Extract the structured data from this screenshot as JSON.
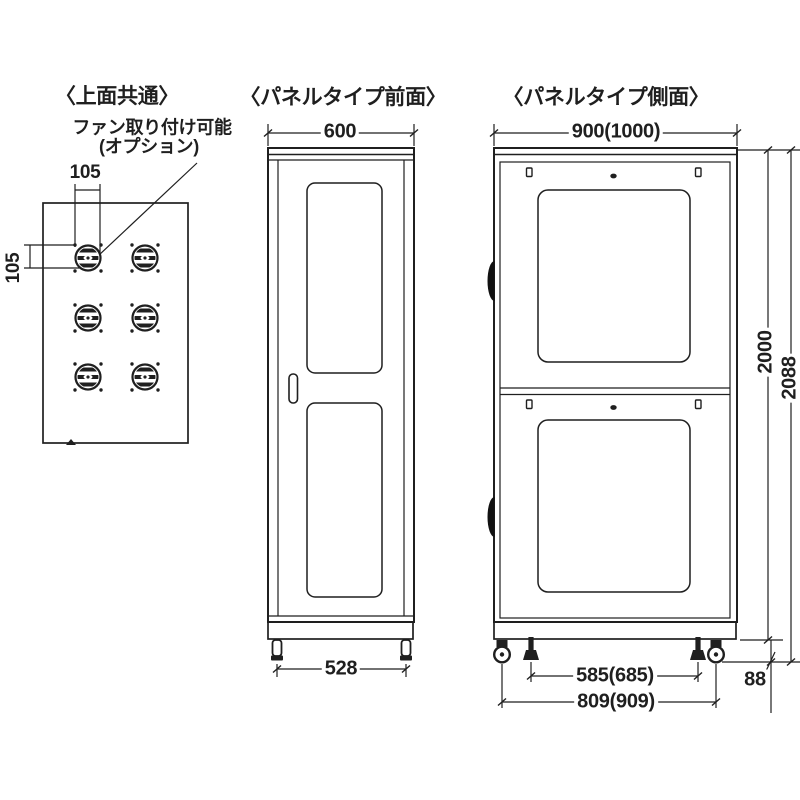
{
  "page": {
    "background": "#ffffff",
    "ink": "#1f1f1f"
  },
  "views": {
    "top": {
      "title": "〈上面共通〉",
      "fan_note_line1": "ファン取り付け可能",
      "fan_note_line2": "(オプション)",
      "fan_cutout_width_mm": "105",
      "fan_cutout_height_mm": "105"
    },
    "front": {
      "title": "〈パネルタイプ前面〉",
      "width_mm": "600",
      "foot_span_mm": "528"
    },
    "side": {
      "title": "〈パネルタイプ側面〉",
      "depth_mm": "900(1000)",
      "body_height_mm": "2000",
      "total_height_mm": "2088",
      "caster_height_mm": "88",
      "foot_span_mm": "585(685)",
      "caster_span_mm": "809(909)"
    }
  }
}
